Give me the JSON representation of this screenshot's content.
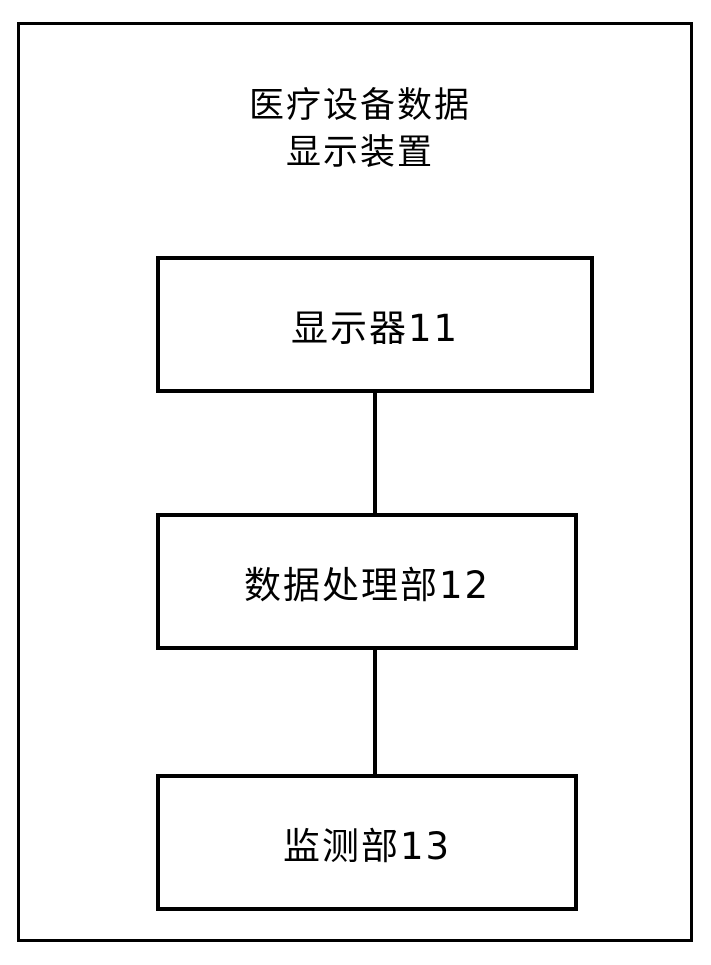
{
  "figure": {
    "title": "医疗设备数据\n显示装置",
    "blocks": [
      {
        "id": "display",
        "label": "显示器11"
      },
      {
        "id": "data-processing",
        "label": "数据处理部12"
      },
      {
        "id": "monitoring",
        "label": "监测部13"
      }
    ],
    "connectors": [
      {
        "from": "display",
        "to": "data-processing"
      },
      {
        "from": "data-processing",
        "to": "monitoring"
      }
    ],
    "colors": {
      "stroke": "#000000",
      "background": "#ffffff",
      "text": "#000000"
    }
  }
}
